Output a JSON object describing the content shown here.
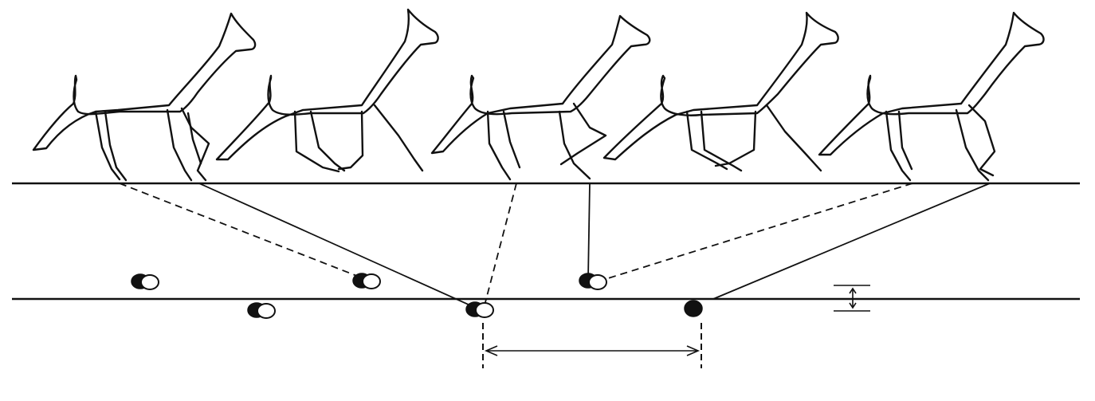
{
  "diagram": {
    "subject": "gait",
    "animal_count": 5,
    "footprint_pairs": 6
  },
  "colors": {
    "ink": "#111111",
    "background": "#ffffff"
  }
}
